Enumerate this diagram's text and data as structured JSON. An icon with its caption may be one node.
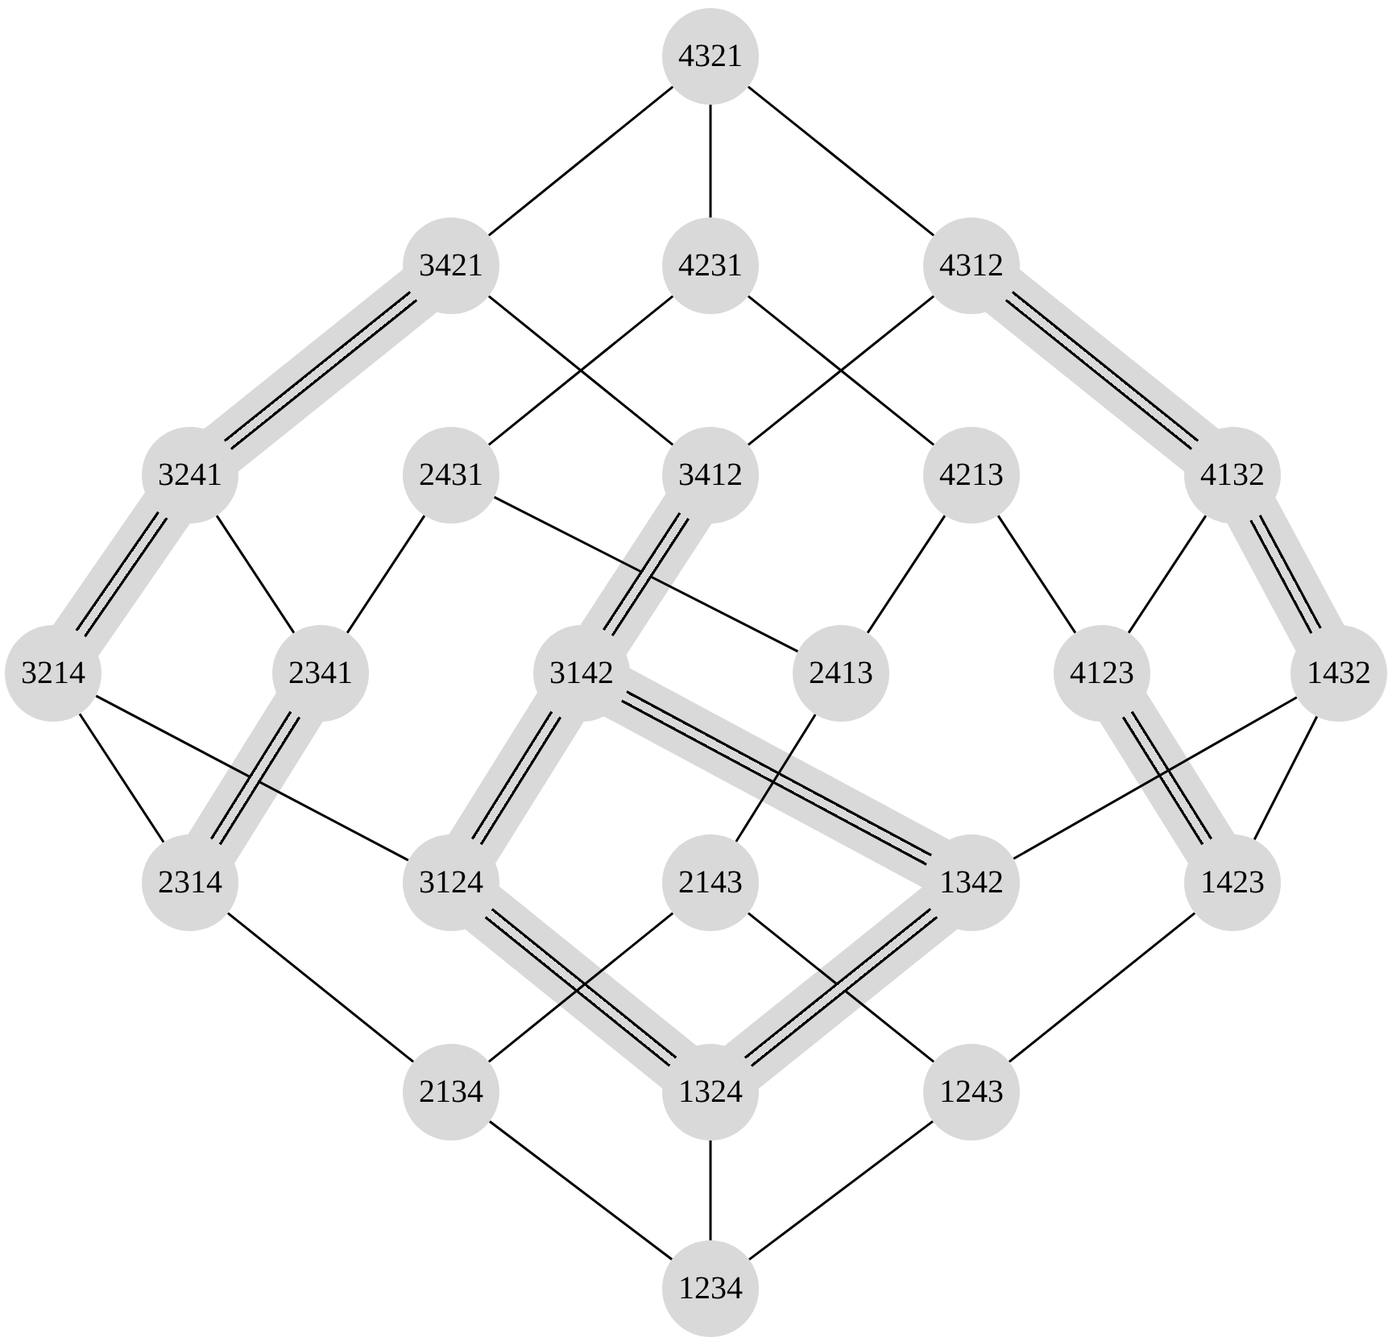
{
  "diagram": {
    "nodes": [
      {
        "text": [
          "4321"
        ]
      },
      {
        "text": [
          "3421"
        ]
      },
      {
        "text": [
          "4231"
        ]
      },
      {
        "text": [
          "4312"
        ]
      },
      {
        "text": [
          "3241"
        ]
      },
      {
        "text": [
          "2431"
        ]
      },
      {
        "text": [
          "3412"
        ]
      },
      {
        "text": [
          "4213"
        ]
      },
      {
        "text": [
          "4132"
        ]
      },
      {
        "text": [
          "3214"
        ]
      },
      {
        "text": [
          "2341"
        ]
      },
      {
        "text": [
          "3142"
        ]
      },
      {
        "text": [
          "2413"
        ]
      },
      {
        "text": [
          "4123"
        ]
      },
      {
        "text": [
          "1432"
        ]
      },
      {
        "text": [
          "2314"
        ]
      },
      {
        "text": [
          "3124"
        ]
      },
      {
        "text": [
          "2143"
        ]
      },
      {
        "text": [
          "1342"
        ]
      },
      {
        "text": [
          "1423"
        ]
      },
      {
        "text": [
          "2134"
        ]
      },
      {
        "text": [
          "1324"
        ]
      },
      {
        "text": [
          "1243"
        ]
      },
      {
        "text": [
          "1234"
        ]
      }
    ],
    "edges": [
      {
        "from": 0,
        "to": 1,
        "arrow": "none"
      },
      {
        "from": 0,
        "to": 2,
        "arrow": "none"
      },
      {
        "from": 0,
        "to": 3,
        "arrow": "none"
      },
      {
        "from": 1,
        "to": 4,
        "arrow": "none",
        "style": "thick"
      },
      {
        "from": 1,
        "to": 6,
        "arrow": "none"
      },
      {
        "from": 2,
        "to": 5,
        "arrow": "none"
      },
      {
        "from": 2,
        "to": 7,
        "arrow": "none"
      },
      {
        "from": 3,
        "to": 6,
        "arrow": "none"
      },
      {
        "from": 3,
        "to": 8,
        "arrow": "none",
        "style": "thick"
      },
      {
        "from": 4,
        "to": 9,
        "arrow": "none",
        "style": "thick"
      },
      {
        "from": 4,
        "to": 10,
        "arrow": "none"
      },
      {
        "from": 5,
        "to": 10,
        "arrow": "none"
      },
      {
        "from": 5,
        "to": 12,
        "arrow": "none"
      },
      {
        "from": 6,
        "to": 11,
        "arrow": "none",
        "style": "thick"
      },
      {
        "from": 7,
        "to": 12,
        "arrow": "none"
      },
      {
        "from": 7,
        "to": 13,
        "arrow": "none"
      },
      {
        "from": 8,
        "to": 13,
        "arrow": "none"
      },
      {
        "from": 8,
        "to": 14,
        "arrow": "none",
        "style": "thick"
      },
      {
        "from": 9,
        "to": 15,
        "arrow": "none"
      },
      {
        "from": 9,
        "to": 16,
        "arrow": "none"
      },
      {
        "from": 10,
        "to": 15,
        "arrow": "none",
        "style": "thick"
      },
      {
        "from": 11,
        "to": 16,
        "arrow": "none",
        "style": "thick"
      },
      {
        "from": 11,
        "to": 18,
        "arrow": "none",
        "style": "thick"
      },
      {
        "from": 12,
        "to": 17,
        "arrow": "none"
      },
      {
        "from": 13,
        "to": 19,
        "arrow": "none",
        "style": "thick"
      },
      {
        "from": 14,
        "to": 18,
        "arrow": "none"
      },
      {
        "from": 14,
        "to": 19,
        "arrow": "none"
      },
      {
        "from": 15,
        "to": 20,
        "arrow": "none"
      },
      {
        "from": 16,
        "to": 21,
        "arrow": "none",
        "style": "thick"
      },
      {
        "from": 17,
        "to": 20,
        "arrow": "none"
      },
      {
        "from": 17,
        "to": 22,
        "arrow": "none"
      },
      {
        "from": 18,
        "to": 21,
        "arrow": "none",
        "style": "thick"
      },
      {
        "from": 19,
        "to": 22,
        "arrow": "none"
      },
      {
        "from": 20,
        "to": 23,
        "arrow": "none"
      },
      {
        "from": 21,
        "to": 23,
        "arrow": "none"
      },
      {
        "from": 22,
        "to": 23,
        "arrow": "none"
      }
    ]
  }
}
